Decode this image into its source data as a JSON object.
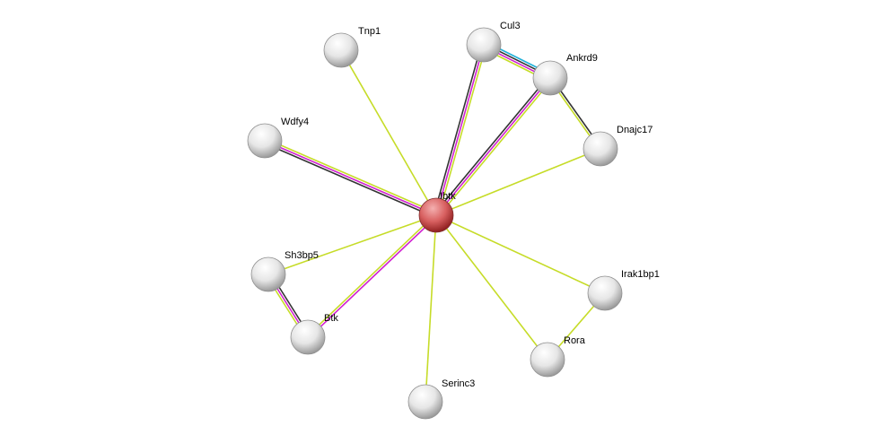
{
  "network": {
    "center": "Ibtk",
    "colors": {
      "textmining": "#c6dc28",
      "experiments": "#d020d0",
      "coexpression": "#333333",
      "databases": "#20b0d8",
      "node": "#d8d8d8",
      "center_node": "#d84848"
    },
    "nodes": [
      {
        "id": "Ibtk",
        "label": "Ibtk",
        "center": true
      },
      {
        "id": "Tnp1",
        "label": "Tnp1"
      },
      {
        "id": "Cul3",
        "label": "Cul3"
      },
      {
        "id": "Ankrd9",
        "label": "Ankrd9"
      },
      {
        "id": "Dnajc17",
        "label": "Dnajc17"
      },
      {
        "id": "Wdfy4",
        "label": "Wdfy4"
      },
      {
        "id": "Sh3bp5",
        "label": "Sh3bp5"
      },
      {
        "id": "Btk",
        "label": "Btk"
      },
      {
        "id": "Serinc3",
        "label": "Serinc3"
      },
      {
        "id": "Rora",
        "label": "Rora"
      },
      {
        "id": "Irak1bp1",
        "label": "Irak1bp1"
      }
    ],
    "edges": [
      {
        "a": "Ibtk",
        "b": "Tnp1",
        "types": [
          "textmining"
        ]
      },
      {
        "a": "Ibtk",
        "b": "Cul3",
        "types": [
          "coexpression",
          "experiments",
          "textmining"
        ]
      },
      {
        "a": "Ibtk",
        "b": "Ankrd9",
        "types": [
          "coexpression",
          "experiments",
          "textmining"
        ]
      },
      {
        "a": "Ibtk",
        "b": "Dnajc17",
        "types": [
          "textmining"
        ]
      },
      {
        "a": "Ibtk",
        "b": "Wdfy4",
        "types": [
          "coexpression",
          "experiments",
          "textmining"
        ]
      },
      {
        "a": "Ibtk",
        "b": "Sh3bp5",
        "types": [
          "textmining"
        ]
      },
      {
        "a": "Ibtk",
        "b": "Btk",
        "types": [
          "experiments",
          "textmining"
        ]
      },
      {
        "a": "Ibtk",
        "b": "Serinc3",
        "types": [
          "textmining"
        ]
      },
      {
        "a": "Ibtk",
        "b": "Rora",
        "types": [
          "textmining"
        ]
      },
      {
        "a": "Ibtk",
        "b": "Irak1bp1",
        "types": [
          "textmining"
        ]
      },
      {
        "a": "Cul3",
        "b": "Ankrd9",
        "types": [
          "databases",
          "coexpression",
          "experiments",
          "textmining"
        ]
      },
      {
        "a": "Ankrd9",
        "b": "Dnajc17",
        "types": [
          "coexpression",
          "textmining"
        ]
      },
      {
        "a": "Sh3bp5",
        "b": "Btk",
        "types": [
          "coexpression",
          "experiments",
          "textmining"
        ]
      },
      {
        "a": "Irak1bp1",
        "b": "Rora",
        "types": [
          "textmining"
        ]
      }
    ]
  }
}
